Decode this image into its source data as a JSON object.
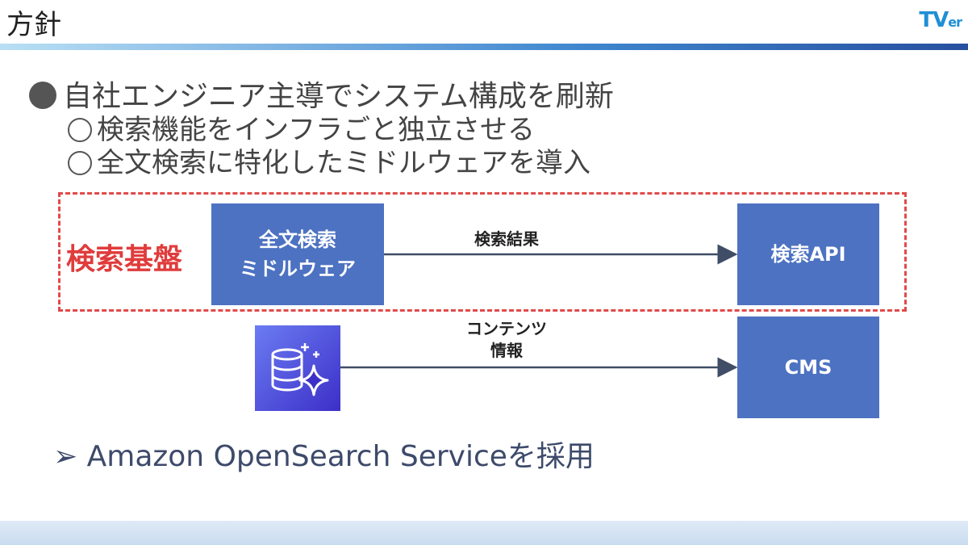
{
  "slide": {
    "title": "方針",
    "logo_main": "TV",
    "logo_small": "er"
  },
  "bullets": {
    "main": "自社エンジニア主導でシステム構成を刷新",
    "sub": [
      "検索機能をインフラごと独立させる",
      "全文検索に特化したミドルウェアを導入"
    ]
  },
  "diagram": {
    "platform_label": "検索基盤",
    "middleware_line1": "全文検索",
    "middleware_line2": "ミドルウェア",
    "search_api": "検索API",
    "cms": "CMS",
    "arrow_results": "検索結果",
    "arrow_content_line1": "コンテンツ",
    "arrow_content_line2": "情報",
    "icon": "opensearch-service-icon"
  },
  "footer": {
    "marker": "➢",
    "text": "Amazon OpenSearch Serviceを採用"
  },
  "colors": {
    "box_blue": "#4d72c2",
    "dashed_red": "#e04a4a",
    "label_red": "#e03c3c"
  }
}
